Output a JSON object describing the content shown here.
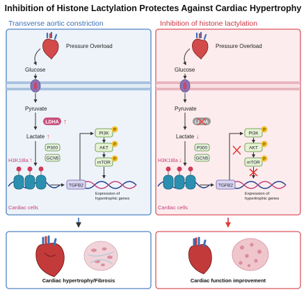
{
  "title": "Inhibition of Histone Lactylation Protectes Against Cardiac Hypertrophy",
  "colors": {
    "left_border": "#4f83c4",
    "left_fill": "#eef3fa",
    "right_border": "#d9545f",
    "right_fill": "#fcecee",
    "left_heading": "#3a6fb5",
    "right_heading": "#cc3340",
    "label_pink": "#c2407a",
    "down_arrow_left": "#3a6fb5",
    "down_arrow_right": "#c8323f",
    "enzyme_pill": "#c94f7c",
    "kinase_fill": "#e6f3d3",
    "phospho": "#f2c12e",
    "membrane": "#a9c3de",
    "inhibit_red": "#e53935"
  },
  "left": {
    "heading": "Transverse aortic constriction",
    "pressure": "Pressure Overload",
    "glucose": "Glucose",
    "pyruvate": "Pyruvate",
    "lactate": "Lactate",
    "ldha": "LDHA",
    "ldha_change": "↑",
    "lactate_change": "↑",
    "h3k18la": "H3K18la",
    "h3k18la_change": "↑",
    "p300": "P300",
    "gcn5": "GCN5",
    "tgfb2": "TGFB2",
    "pi3k": "PI3K",
    "akt": "AKT",
    "mtor": "mTOR",
    "p": "P",
    "expression": [
      "Expression of",
      "hypertrophic genes"
    ],
    "cells": "Cardiac cells",
    "outcome": "Cardiac hypertrophy/Fibrosis"
  },
  "right": {
    "heading": "Inhibition of histone lactylation",
    "pressure": "Pressure Overload",
    "glucose": "Glucose",
    "pyruvate": "Pyruvate",
    "lactate": "Lactate",
    "ldha": "LDHA",
    "lactate_change": "↓",
    "h3k18la": "H3K18la",
    "h3k18la_change": "↓",
    "p300": "P300",
    "gcn5": "GCN5",
    "tgfb2": "TGFB2",
    "pi3k": "PI3K",
    "akt": "AKT",
    "mtor": "mTOR",
    "p": "P",
    "expression": [
      "Expression of",
      "hypertrophic genes"
    ],
    "cells": "Cardiac cells",
    "outcome": "Cardiac function improvement"
  }
}
